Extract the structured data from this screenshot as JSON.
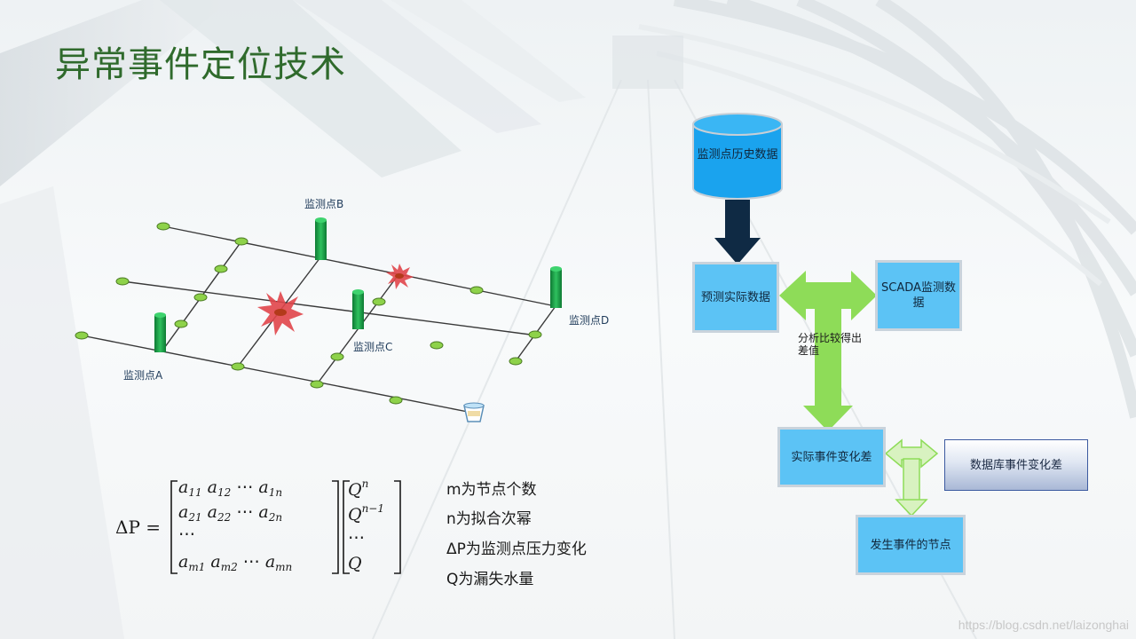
{
  "title": "异常事件定位技术",
  "network": {
    "monitor_labels": {
      "a": "监测点A",
      "b": "监测点B",
      "c": "监测点C",
      "d": "监测点D"
    }
  },
  "flow": {
    "history_db": "监测点历史数据",
    "predicted": "预测实际数据",
    "scada": "SCADA监测数据",
    "analysis_note": "分析比较得出差值",
    "actual_diff": "实际事件变化差",
    "db_diff": "数据库事件变化差",
    "event_node": "发生事件的节点"
  },
  "formula": {
    "lhs": "ΔP =",
    "rows": [
      [
        "a11",
        "a12",
        "⋯",
        "a1n"
      ],
      [
        "a21",
        "a22",
        "⋯",
        "a2n"
      ],
      [
        "⋯"
      ],
      [
        "am1",
        "am2",
        "⋯",
        "amn"
      ]
    ],
    "vector": [
      "Q^n",
      "Q^(n−1)",
      "⋯",
      "Q"
    ]
  },
  "legend": [
    "m为节点个数",
    "n为拟合次幂",
    "ΔP为监测点压力变化",
    "Q为漏失水量"
  ],
  "watermark": "https://blog.csdn.net/laizonghai",
  "colors": {
    "title": "#2f6a2c",
    "box_fill": "#5cc3f5",
    "arrow_green": "#8edc58",
    "arrow_light": "#d8f2c0",
    "arrow_dark": "#0f2a44",
    "node_fill": "#8ed24a",
    "pole_fill": "#1aa84a",
    "burst": "#e0454a"
  }
}
